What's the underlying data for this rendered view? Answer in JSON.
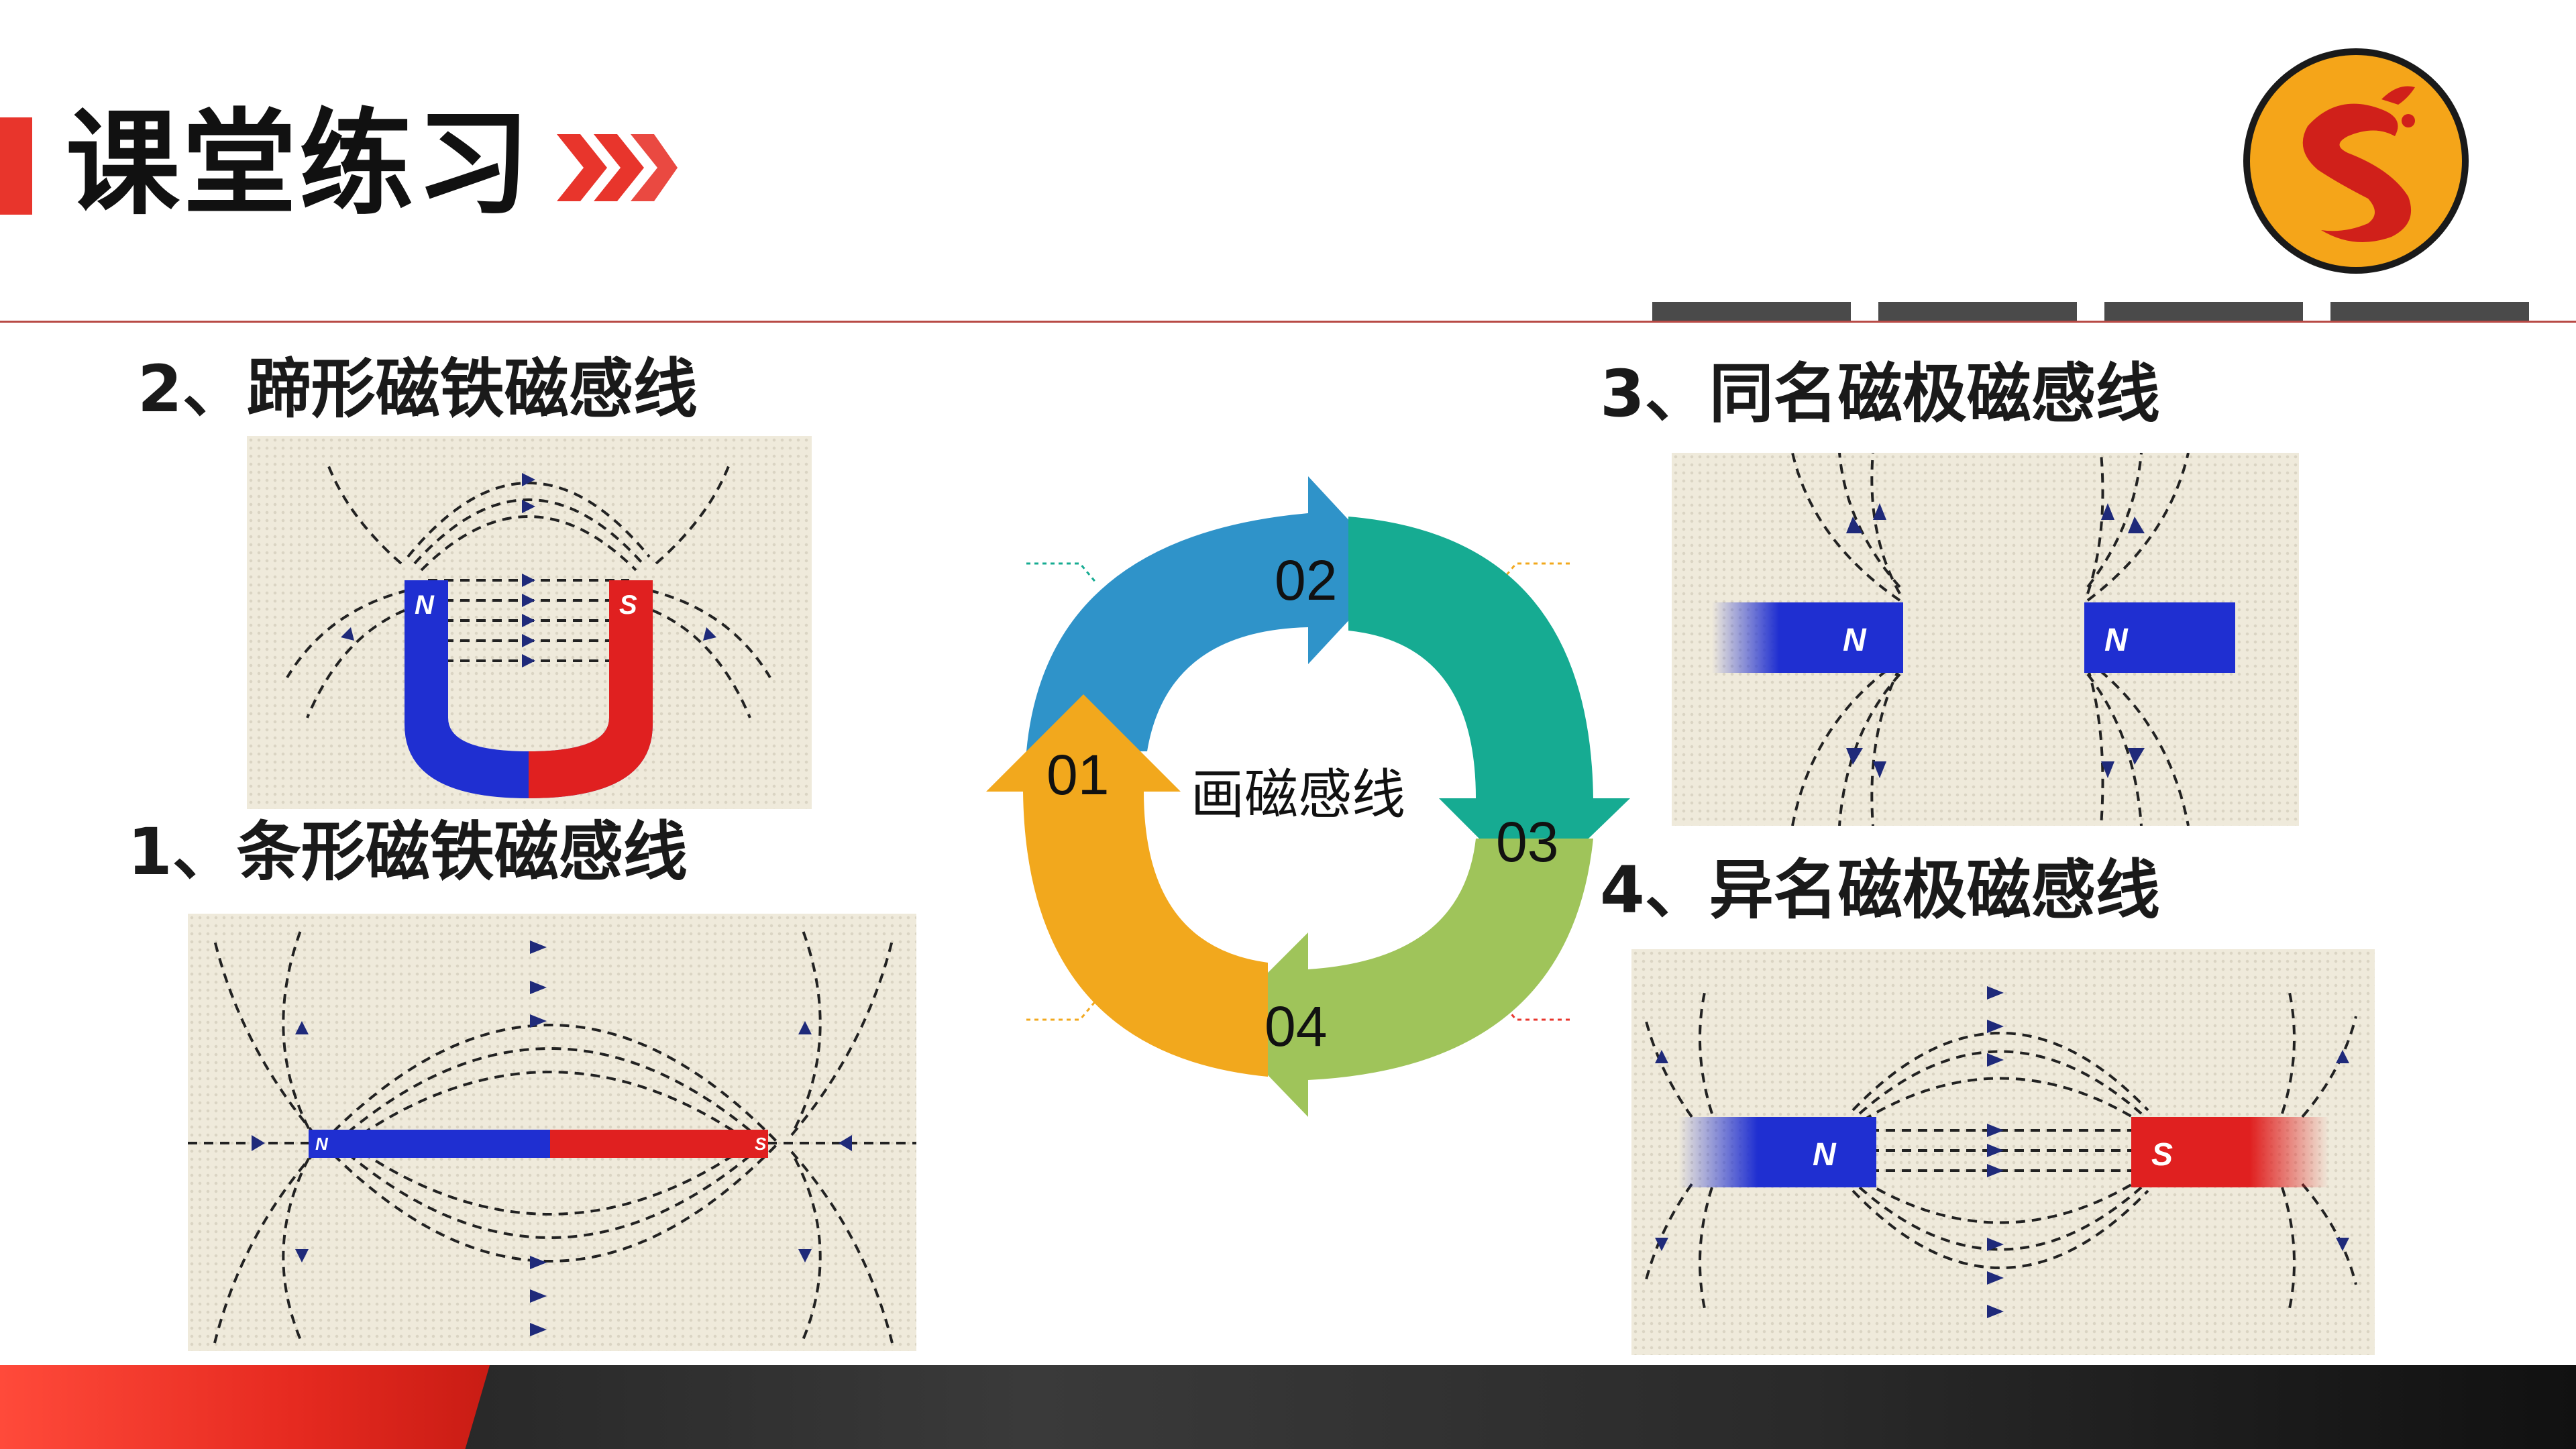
{
  "header": {
    "title": "课堂练习",
    "chevron_icon": "double-chevron-right-icon",
    "logo_icon": "brand-logo",
    "accent_color": "#e8352c"
  },
  "panels": {
    "horseshoe": {
      "label": "2、蹄形磁铁磁感线",
      "pole_n": "N",
      "pole_s": "S"
    },
    "bar": {
      "label": "1、条形磁铁磁感线",
      "pole_n": "N",
      "pole_s": "S"
    },
    "same_poles": {
      "label": "3、同名磁极磁感线",
      "pole_left": "N",
      "pole_right": "N"
    },
    "opposite_poles": {
      "label": "4、异名磁极磁感线",
      "pole_n": "N",
      "pole_s": "S"
    }
  },
  "cycle": {
    "center": "画磁感线",
    "steps": [
      {
        "num": "01",
        "color": "#f2a81d"
      },
      {
        "num": "02",
        "color": "#2f93c9"
      },
      {
        "num": "03",
        "color": "#16ab92"
      },
      {
        "num": "04",
        "color": "#9fc45a"
      }
    ]
  },
  "colors": {
    "north": "#1f2fd1",
    "south": "#e02020",
    "panel_bg": "#efeadb",
    "footer_red": "#e62a20",
    "footer_dark": "#2a2a2a"
  }
}
